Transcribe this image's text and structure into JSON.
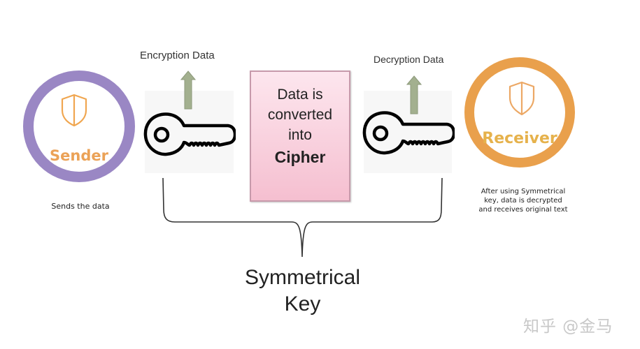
{
  "diagram": {
    "title": "Symmetric Key Encryption",
    "sender": {
      "label": "Sender",
      "caption": "Sends the data",
      "icon": "shield-icon",
      "ring_color": "#9a87c4",
      "text_color": "#eba257"
    },
    "receiver": {
      "label": "Receiver",
      "caption_lines": [
        "After using Symmetrical",
        "key, data is decrypted",
        "and receives original text"
      ],
      "icon": "shield-icon",
      "ring_color": "#e9a04c",
      "text_color": "#e6b24c"
    },
    "encryption": {
      "label": "Encryption Data",
      "icon": "key-icon",
      "arrow": "arrow-up-icon"
    },
    "decryption": {
      "label": "Decryption Data",
      "icon": "key-icon",
      "arrow": "arrow-up-icon"
    },
    "cipher_box": {
      "lines": [
        "Data is",
        "converted",
        "into"
      ],
      "emphasis": "Cipher",
      "fill_color": "#f5c6d5"
    },
    "symmetrical_key": {
      "lines": [
        "Symmetrical",
        "Key"
      ]
    },
    "arrow_color": "#a3b08f",
    "watermark": "知乎 @金马"
  }
}
